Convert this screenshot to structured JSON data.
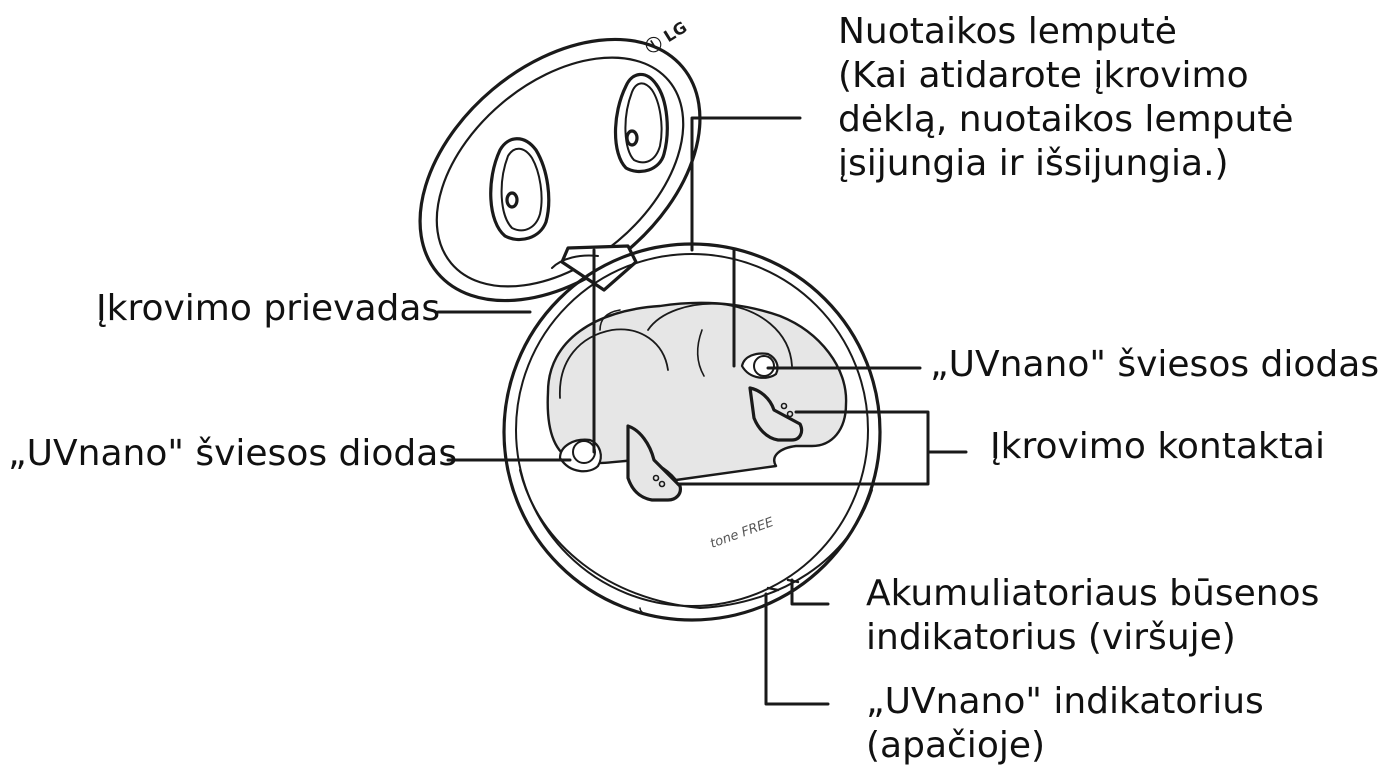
{
  "diagram": {
    "colors": {
      "line": "#1a1a1a",
      "fill": "#e6e6e6",
      "background": "#ffffff"
    },
    "case_print": {
      "lid_logo": "ⓛ LG",
      "tray_text": "tone FREE"
    },
    "labels": {
      "guide_light": {
        "lines": [
          "Nuotaikos lemputė",
          "(Kai atidarote įkrovimo",
          "dėklą, nuotaikos lemputė",
          "įsijungia ir išsijungia.)"
        ]
      },
      "charging_port": "Įkrovimo prievadas",
      "uvnano_led_right": "„UVnano\" šviesos diodas",
      "uvnano_led_left": "„UVnano\" šviesos diodas",
      "charging_contacts": "Įkrovimo kontaktai",
      "battery_indicator": {
        "lines": [
          "Akumuliatoriaus būsenos",
          "indikatorius (viršuje)"
        ]
      },
      "uvnano_indicator": {
        "lines": [
          "„UVnano\" indikatorius",
          "(apačioje)"
        ]
      }
    }
  }
}
